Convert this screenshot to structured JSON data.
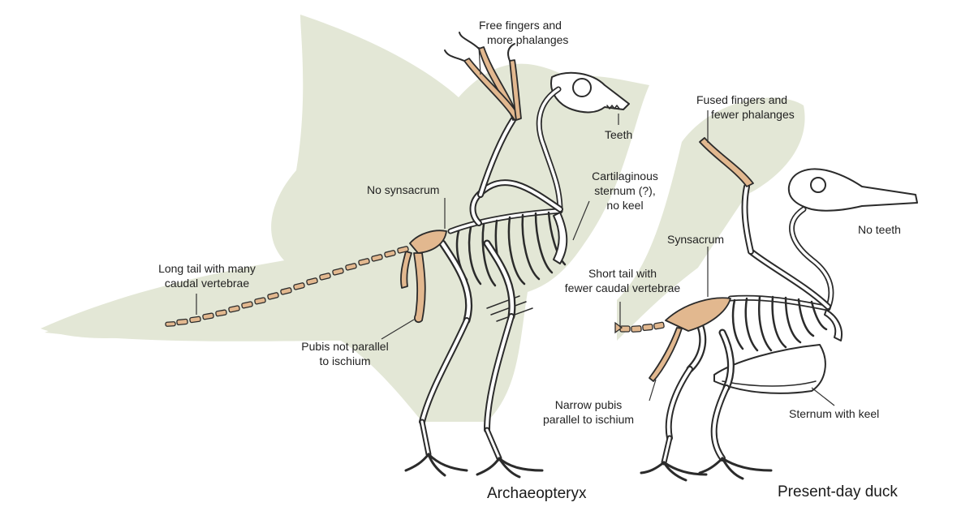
{
  "colors": {
    "background": "#ffffff",
    "wing_silhouette": "#e3e7d6",
    "bone": "#ffffff",
    "bone_outline": "#2b2b2b",
    "highlight_bone": "#e2b88f",
    "leader_line": "#333333"
  },
  "specimens": {
    "left": {
      "name": "Archaeopteryx"
    },
    "right": {
      "name": "Present-day duck"
    }
  },
  "labels": {
    "free_fingers": [
      "Free fingers and",
      "more phalanges"
    ],
    "teeth": "Teeth",
    "cartilaginous": [
      "Cartilaginous",
      "sternum (?),",
      "no keel"
    ],
    "no_synsacrum": "No synsacrum",
    "long_tail": [
      "Long tail with many",
      "caudal vertebrae"
    ],
    "pubis_not_parallel": [
      "Pubis not parallel",
      "to ischium"
    ],
    "fused_fingers": [
      "Fused fingers and",
      "fewer phalanges"
    ],
    "no_teeth": "No teeth",
    "synsacrum": "Synsacrum",
    "short_tail": [
      "Short tail with",
      "fewer caudal vertebrae"
    ],
    "narrow_pubis": [
      "Narrow pubis",
      "parallel to ischium"
    ],
    "sternum_keel": "Sternum with keel"
  }
}
